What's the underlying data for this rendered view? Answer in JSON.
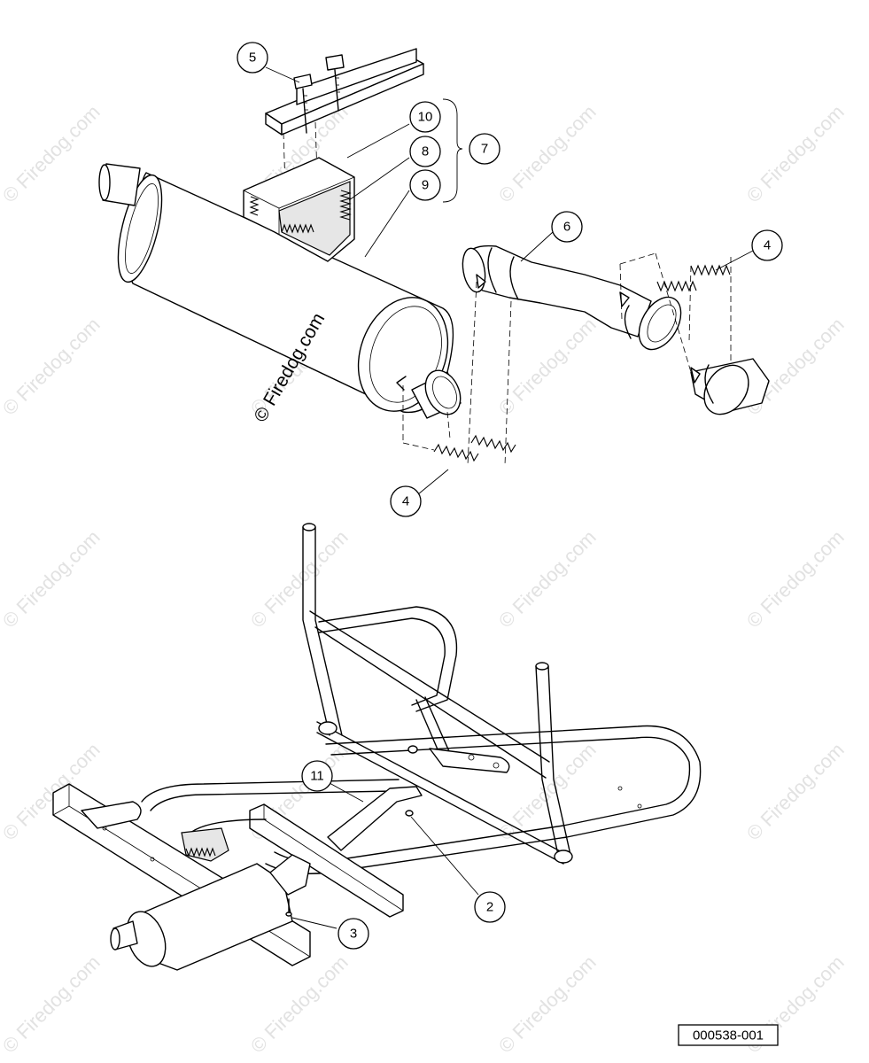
{
  "diagram": {
    "watermark_text": "© Firedog.com",
    "main_watermark": "© Firedog.com",
    "reference_code": "000538-001",
    "callouts": [
      {
        "id": "c5",
        "label": "5"
      },
      {
        "id": "c10",
        "label": "10"
      },
      {
        "id": "c8",
        "label": "8"
      },
      {
        "id": "c9",
        "label": "9"
      },
      {
        "id": "c7",
        "label": "7"
      },
      {
        "id": "c6",
        "label": "6"
      },
      {
        "id": "c4a",
        "label": "4"
      },
      {
        "id": "c4b",
        "label": "4"
      },
      {
        "id": "c11",
        "label": "11"
      },
      {
        "id": "c2",
        "label": "2"
      },
      {
        "id": "c3",
        "label": "3"
      }
    ]
  }
}
